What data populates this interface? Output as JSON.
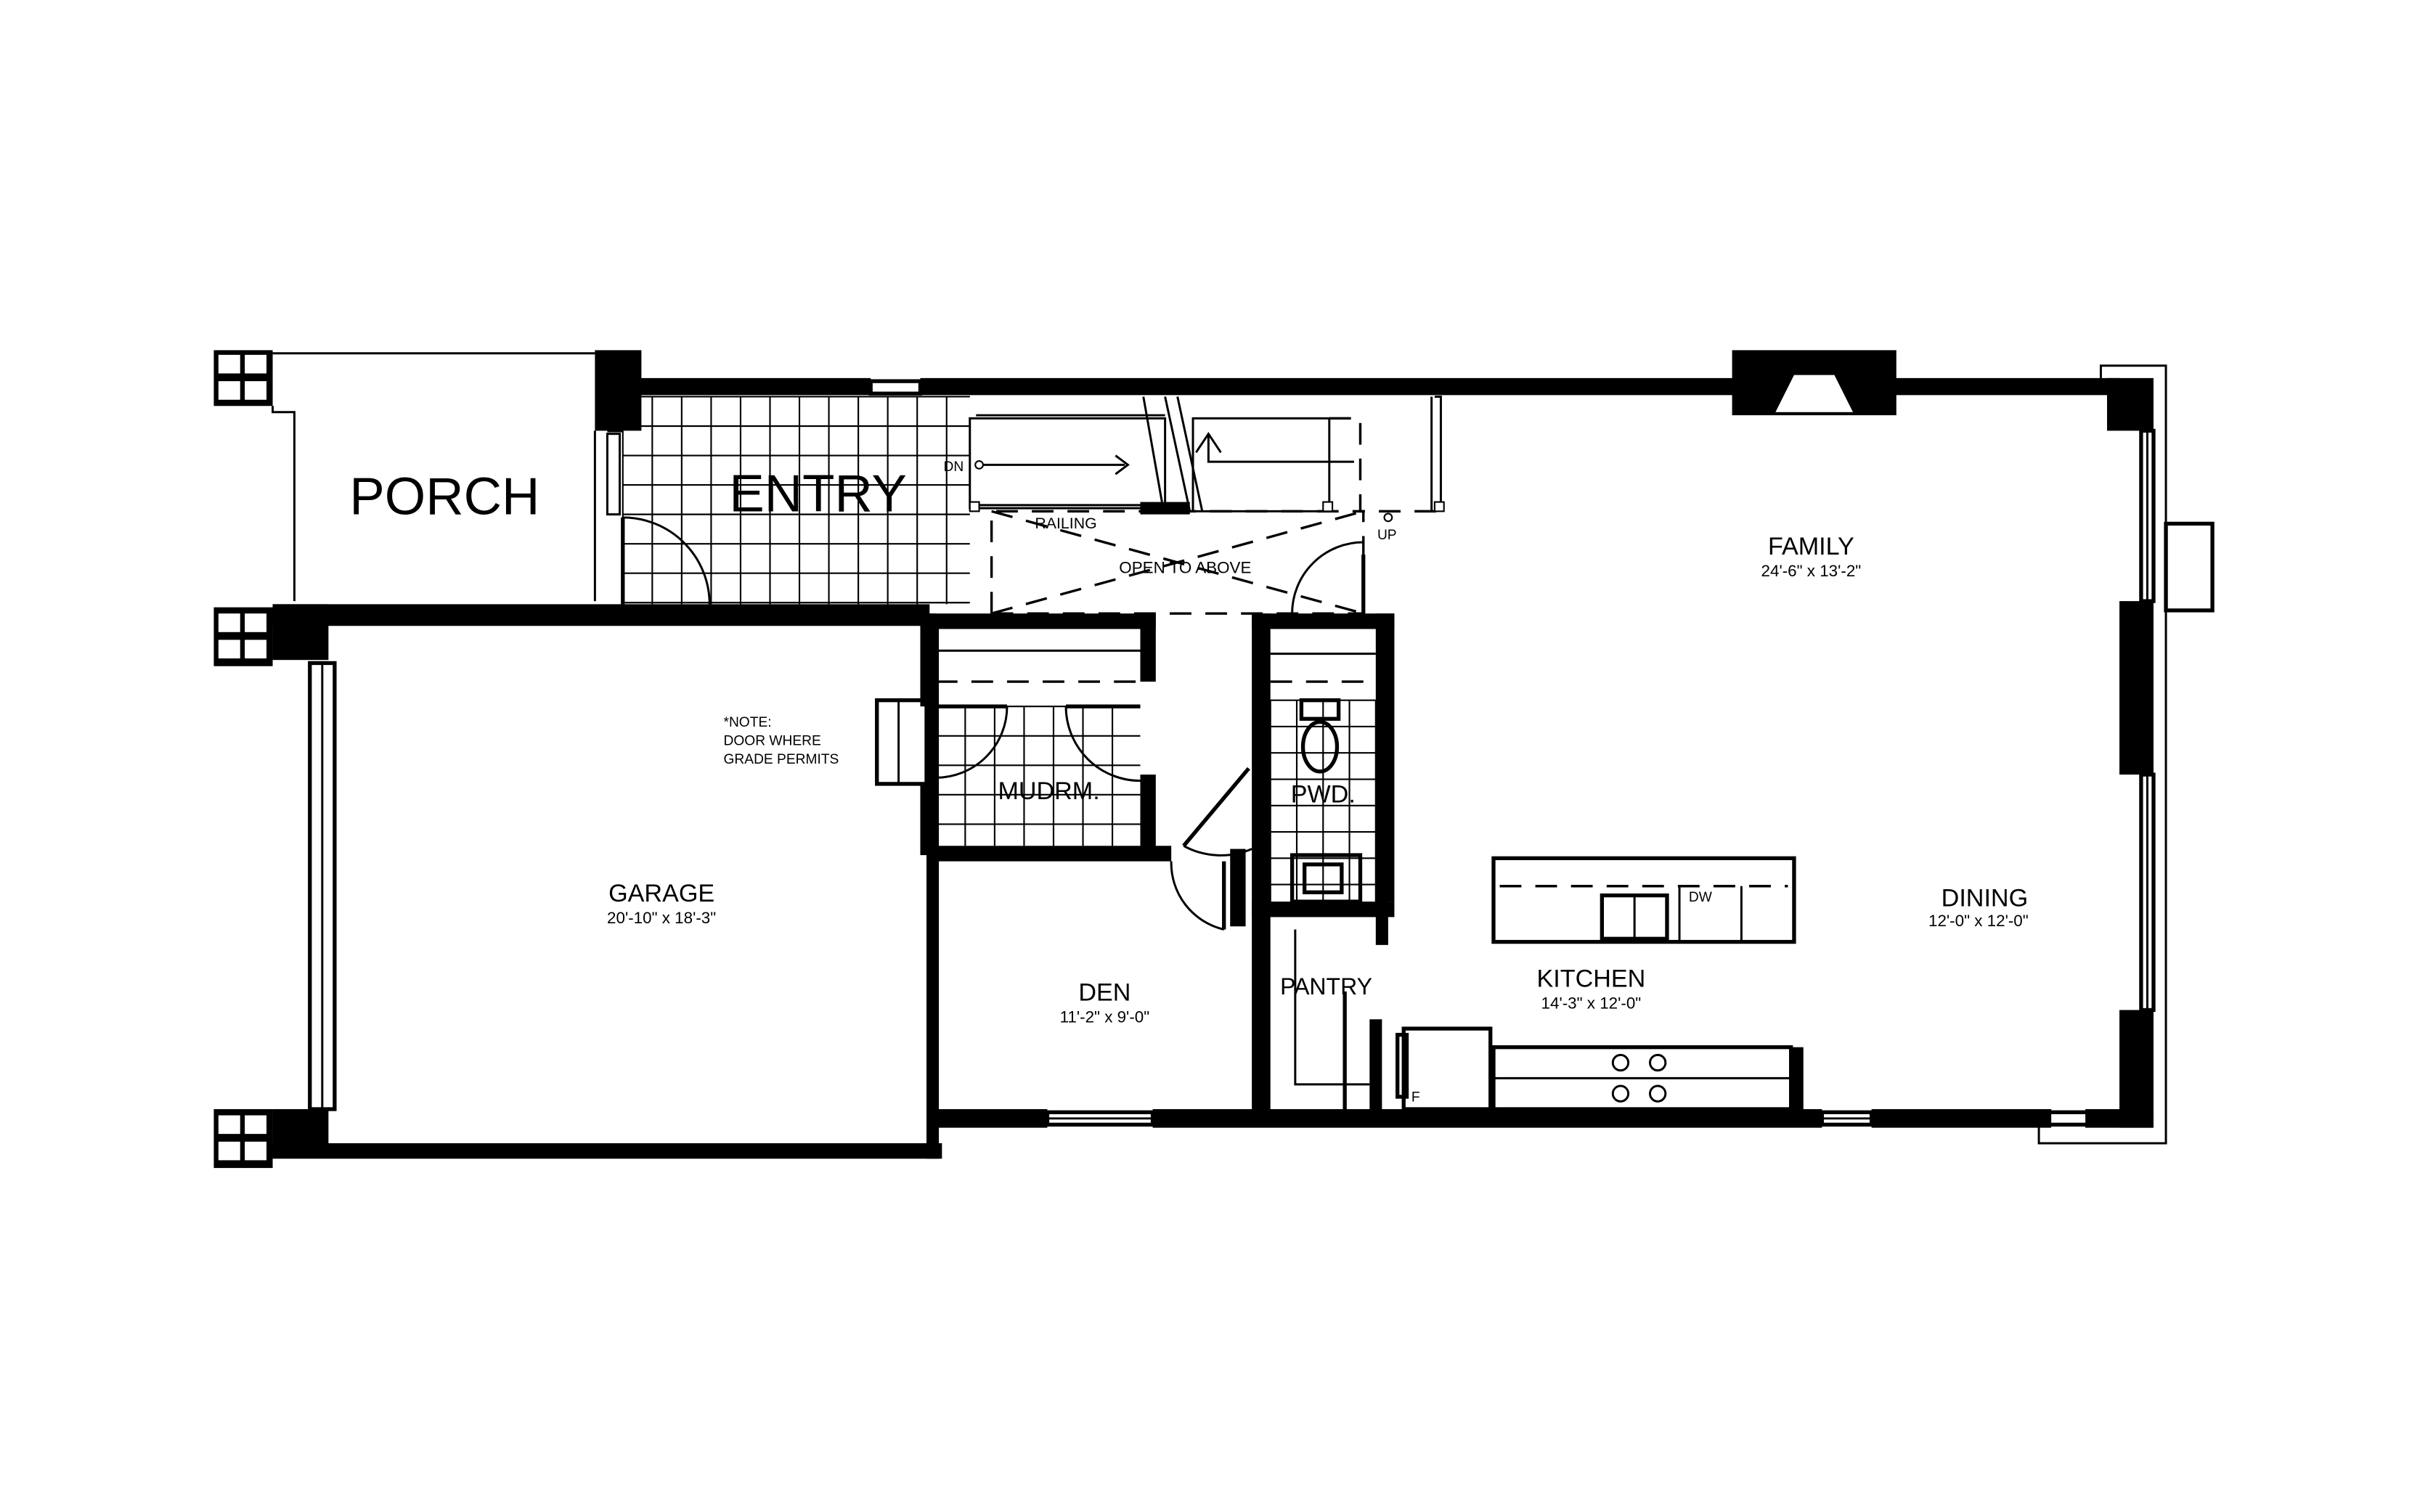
{
  "rooms": {
    "porch": {
      "name": "PORCH"
    },
    "entry": {
      "name": "ENTRY"
    },
    "garage": {
      "name": "GARAGE",
      "size": "20'-10\" x 18'-3\""
    },
    "mudroom": {
      "name": "MUDRM."
    },
    "den": {
      "name": "DEN",
      "size": "11'-2\" x 9'-0\""
    },
    "powder": {
      "name": "PWD."
    },
    "pantry": {
      "name": "PANTRY"
    },
    "kitchen": {
      "name": "KITCHEN",
      "size": "14'-3\" x 12'-0\""
    },
    "family": {
      "name": "FAMILY",
      "size": "24'-6\" x 13'-2\""
    },
    "dining": {
      "name": "DINING",
      "size": "12'-0\" x 12'-0\""
    }
  },
  "labels": {
    "stair_down": "DN",
    "stair_up": "UP",
    "railing": "RAILING",
    "open_to_above": "OPEN TO ABOVE",
    "dishwasher": "DW",
    "fridge": "F"
  },
  "garage_note": {
    "line1": "*NOTE:",
    "line2": "DOOR WHERE",
    "line3": "GRADE PERMITS"
  }
}
